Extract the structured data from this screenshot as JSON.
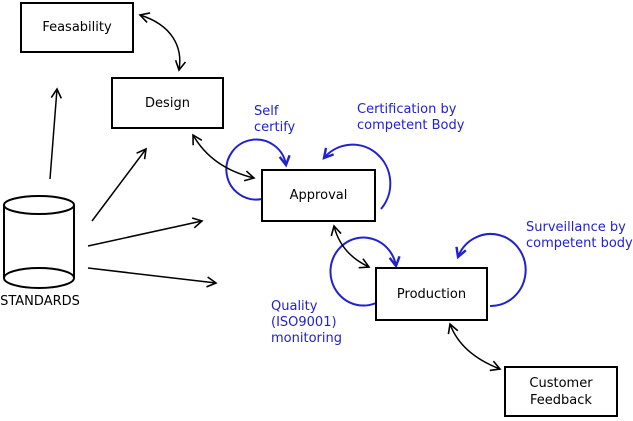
{
  "nodes": {
    "feasability": {
      "label": "Feasability"
    },
    "design": {
      "label": "Design"
    },
    "approval": {
      "label": "Approval"
    },
    "production": {
      "label": "Production"
    },
    "customer_feedback": {
      "label": "Customer\nFeedback"
    },
    "standards": {
      "label": "STANDARDS"
    }
  },
  "annotations": {
    "self_certify": {
      "label": "Self\ncertify"
    },
    "certification": {
      "label": "Certification by\ncompetent Body"
    },
    "surveillance": {
      "label": "Surveillance by\ncompetent body"
    },
    "quality": {
      "label": "Quality\n(ISO9001)\nmonitoring"
    }
  },
  "edges": [
    {
      "from": "feasability",
      "to": "design",
      "style": "double-arrow"
    },
    {
      "from": "design",
      "to": "approval",
      "style": "double-arrow"
    },
    {
      "from": "approval",
      "to": "production",
      "style": "double-arrow"
    },
    {
      "from": "production",
      "to": "customer_feedback",
      "style": "double-arrow"
    },
    {
      "from": "standards",
      "to": "feasability",
      "style": "arrow"
    },
    {
      "from": "standards",
      "to": "design",
      "style": "arrow"
    },
    {
      "from": "standards",
      "to": "approval",
      "style": "arrow"
    },
    {
      "from": "standards",
      "to": "production",
      "style": "arrow"
    },
    {
      "from": "approval",
      "to": "approval",
      "style": "self-loop",
      "annotation": "self_certify"
    },
    {
      "from": "approval",
      "to": "approval",
      "style": "self-loop",
      "annotation": "certification"
    },
    {
      "from": "production",
      "to": "production",
      "style": "self-loop",
      "annotation": "quality"
    },
    {
      "from": "production",
      "to": "production",
      "style": "self-loop",
      "annotation": "surveillance"
    }
  ],
  "colors": {
    "line": "#000000",
    "annotation": "#2222cc",
    "background": "#ffffff"
  }
}
